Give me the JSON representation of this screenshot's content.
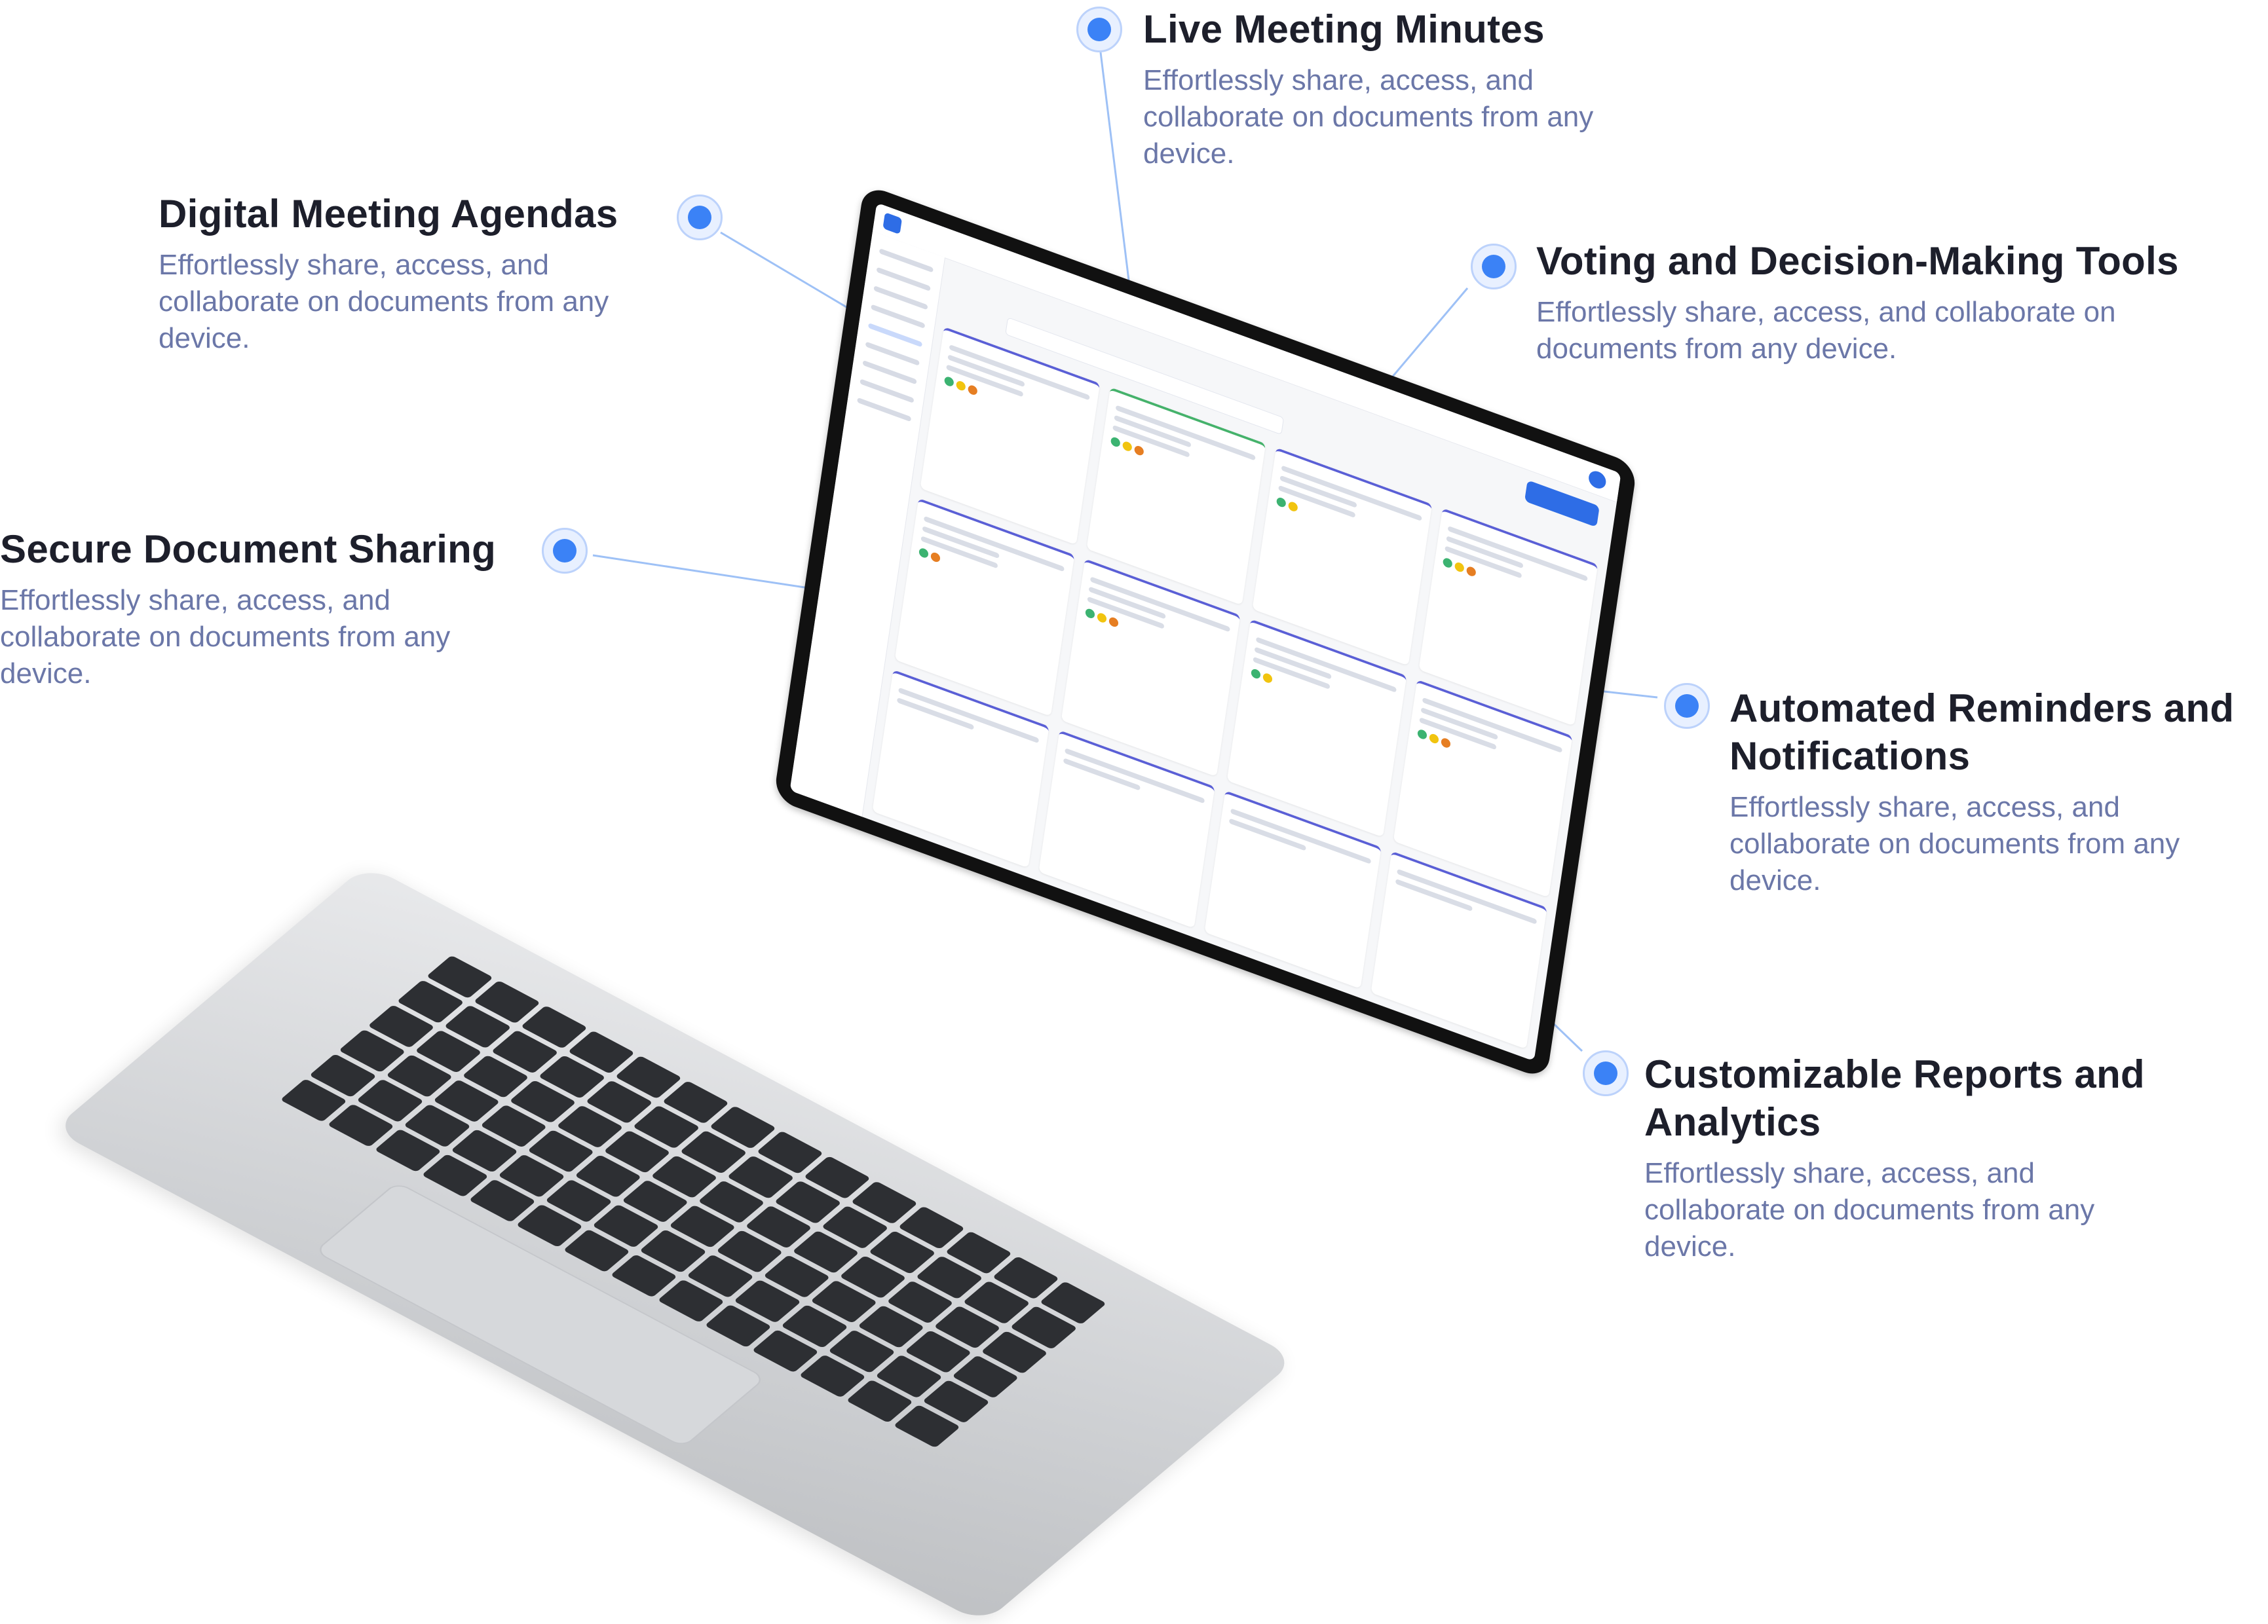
{
  "features": [
    {
      "id": "live-meeting-minutes",
      "title": "Live Meeting Minutes",
      "description": "Effortlessly share, access, and collaborate on documents from any device."
    },
    {
      "id": "digital-meeting-agendas",
      "title": "Digital Meeting Agendas",
      "description": "Effortlessly share, access, and collaborate on documents from any device."
    },
    {
      "id": "voting-decision-tools",
      "title": "Voting and Decision-Making Tools",
      "description": "Effortlessly share, access, and collaborate on documents from any device."
    },
    {
      "id": "secure-document-sharing",
      "title": "Secure Document Sharing",
      "description": "Effortlessly share, access, and collaborate on documents from any device."
    },
    {
      "id": "automated-reminders",
      "title": "Automated Reminders and Notifications",
      "description": "Effortlessly share, access, and collaborate on documents from any device."
    },
    {
      "id": "customizable-reports",
      "title": "Customizable Reports and Analytics",
      "description": "Effortlessly share, access, and collaborate on documents from any device."
    }
  ],
  "colors": {
    "accent": "#3b82f6",
    "title": "#1d1f2b",
    "description": "#6b77a8",
    "connector": "#9ec1f6"
  }
}
